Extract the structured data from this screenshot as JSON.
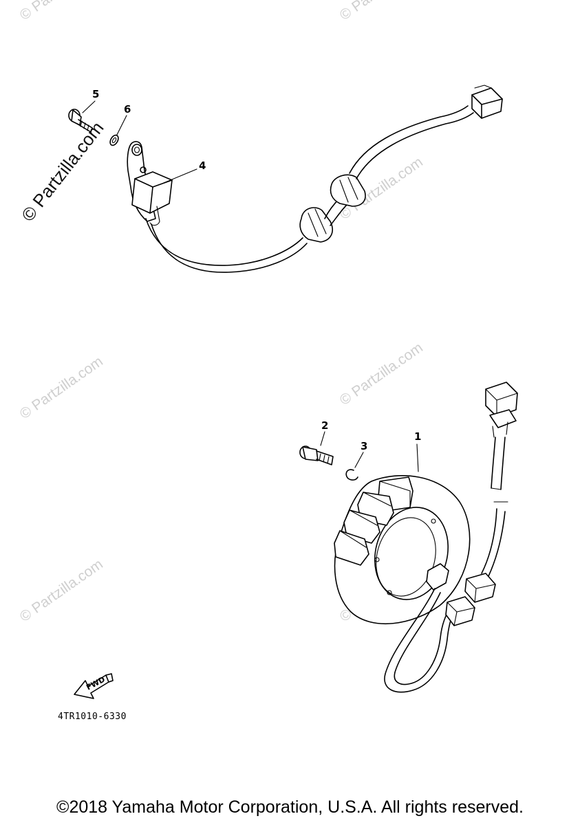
{
  "watermark": {
    "main_text": "© Partzilla.com",
    "faint_text": "© Partzilla.com"
  },
  "callouts": {
    "part1": "1",
    "part2": "2",
    "part3": "3",
    "part4": "4",
    "part5": "5",
    "part6": "6"
  },
  "fwd_label": "FWD",
  "diagram_code": "4TR1010-6330",
  "copyright": "©2018 Yamaha Motor Corporation, U.S.A. All rights reserved.",
  "colors": {
    "line": "#000000",
    "watermark": "#cfcfcf",
    "background": "#ffffff"
  }
}
